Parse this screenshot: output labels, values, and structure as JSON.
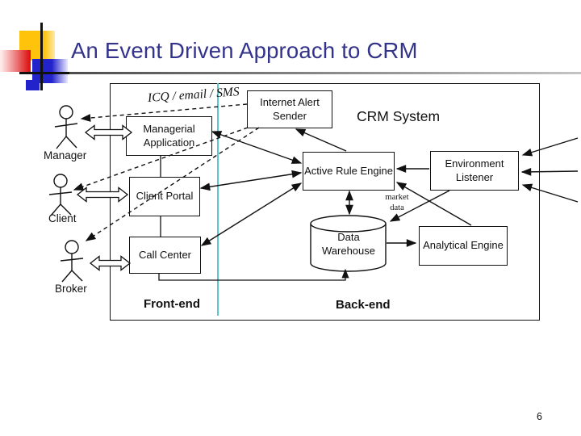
{
  "slide": {
    "title": "An Event Driven Approach to CRM",
    "page_number": "6",
    "colors": {
      "title_navy": "#33338c",
      "divider_cyan": "#5bc8c8",
      "logo_yellow": "#ffc30b",
      "logo_blue": "#2323cc",
      "logo_red": "#dd1515",
      "line_black": "#111111"
    }
  },
  "diagram": {
    "system_label": "CRM System",
    "channel_label": "ICQ / email / SMS",
    "regions": {
      "front_end": "Front-end",
      "back_end": "Back-end"
    },
    "actors": [
      {
        "label": "Manager"
      },
      {
        "label": "Client"
      },
      {
        "label": "Broker"
      }
    ],
    "front_end_boxes": {
      "managerial_application": "Managerial Application",
      "client_portal": "Client Portal",
      "call_center": "Call Center",
      "internet_alert_sender": "Internet Alert Sender"
    },
    "back_end_boxes": {
      "active_rule_engine": "Active Rule Engine",
      "environment_listener": "Environment Listener",
      "analytical_engine": "Analytical Engine",
      "data_warehouse": "Data Warehouse"
    },
    "annotations": {
      "market_data": "market data"
    }
  }
}
